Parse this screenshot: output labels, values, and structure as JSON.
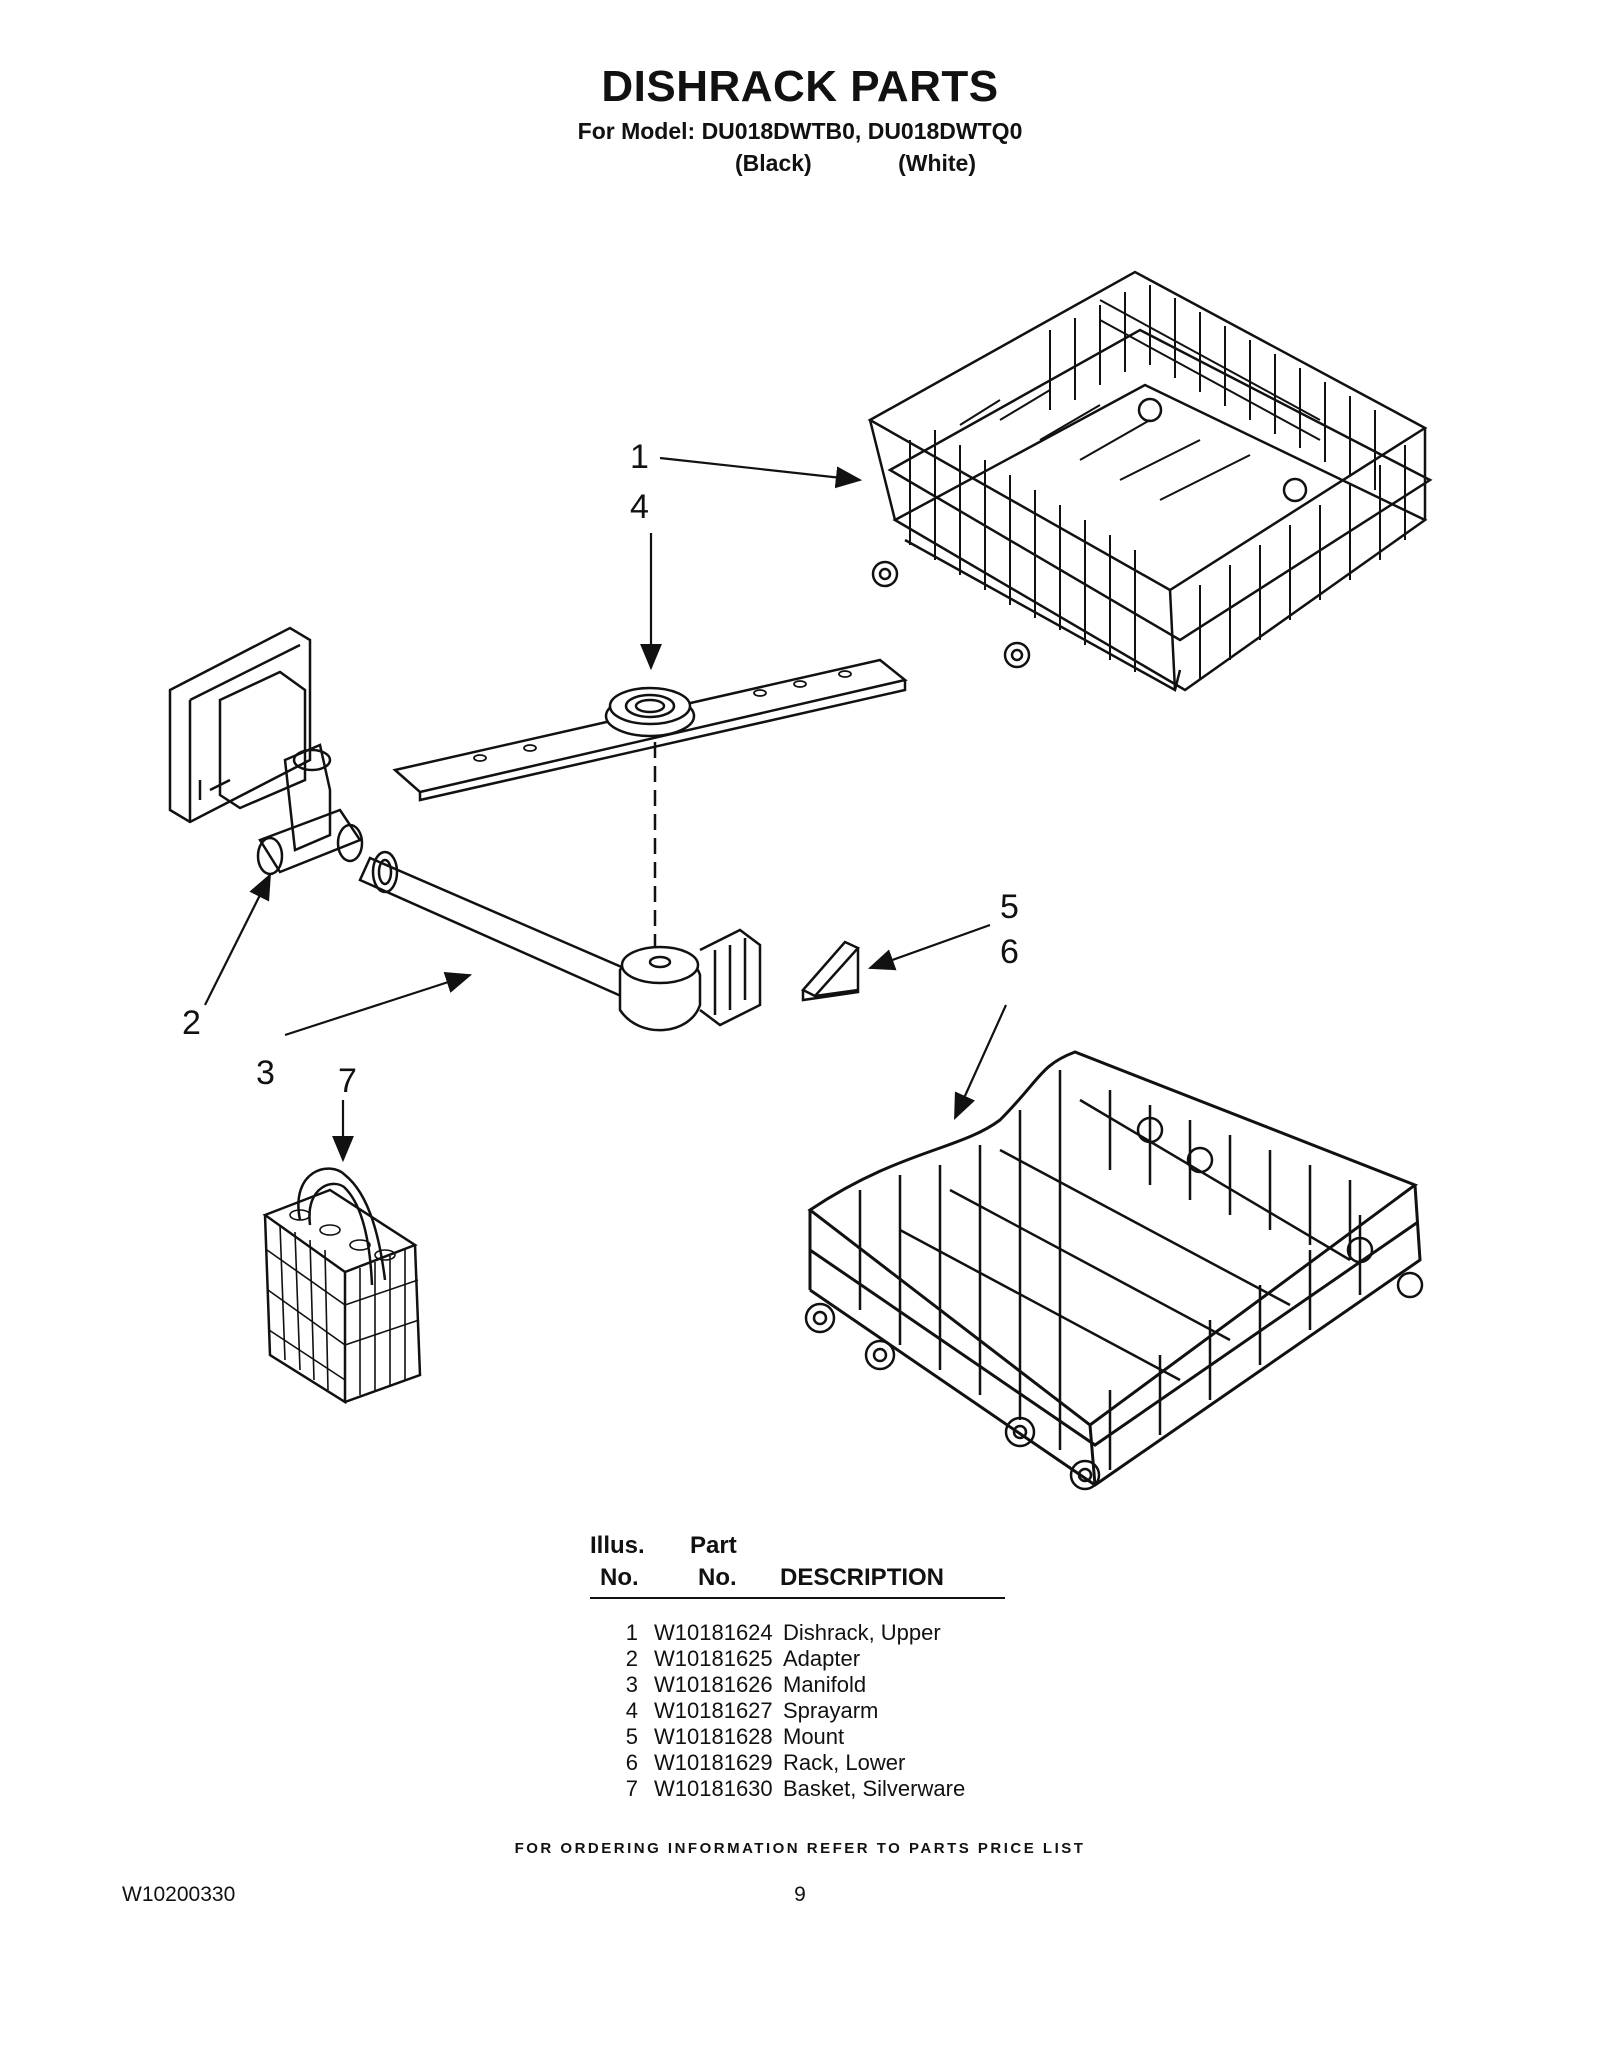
{
  "header": {
    "title": "DISHRACK PARTS",
    "models": "For Model: DU018DWTB0, DU018DWTQ0",
    "variant_1": "(Black)",
    "variant_2": "(White)"
  },
  "diagram": {
    "callouts": [
      "1",
      "2",
      "3",
      "4",
      "5",
      "6",
      "7"
    ]
  },
  "parts_table": {
    "header_illus_1": "Illus.",
    "header_illus_2": "No.",
    "header_part_1": "Part",
    "header_part_2": "No.",
    "header_description": "DESCRIPTION",
    "rows": [
      {
        "illus": "1",
        "part": "W10181624",
        "description": "Dishrack, Upper"
      },
      {
        "illus": "2",
        "part": "W10181625",
        "description": "Adapter"
      },
      {
        "illus": "3",
        "part": "W10181626",
        "description": "Manifold"
      },
      {
        "illus": "4",
        "part": "W10181627",
        "description": "Sprayarm"
      },
      {
        "illus": "5",
        "part": "W10181628",
        "description": "Mount"
      },
      {
        "illus": "6",
        "part": "W10181629",
        "description": "Rack, Lower"
      },
      {
        "illus": "7",
        "part": "W10181630",
        "description": "Basket, Silverware"
      }
    ]
  },
  "footer": {
    "note": "FOR ORDERING INFORMATION REFER TO PARTS PRICE LIST",
    "doc_number": "W10200330",
    "page_number": "9"
  }
}
